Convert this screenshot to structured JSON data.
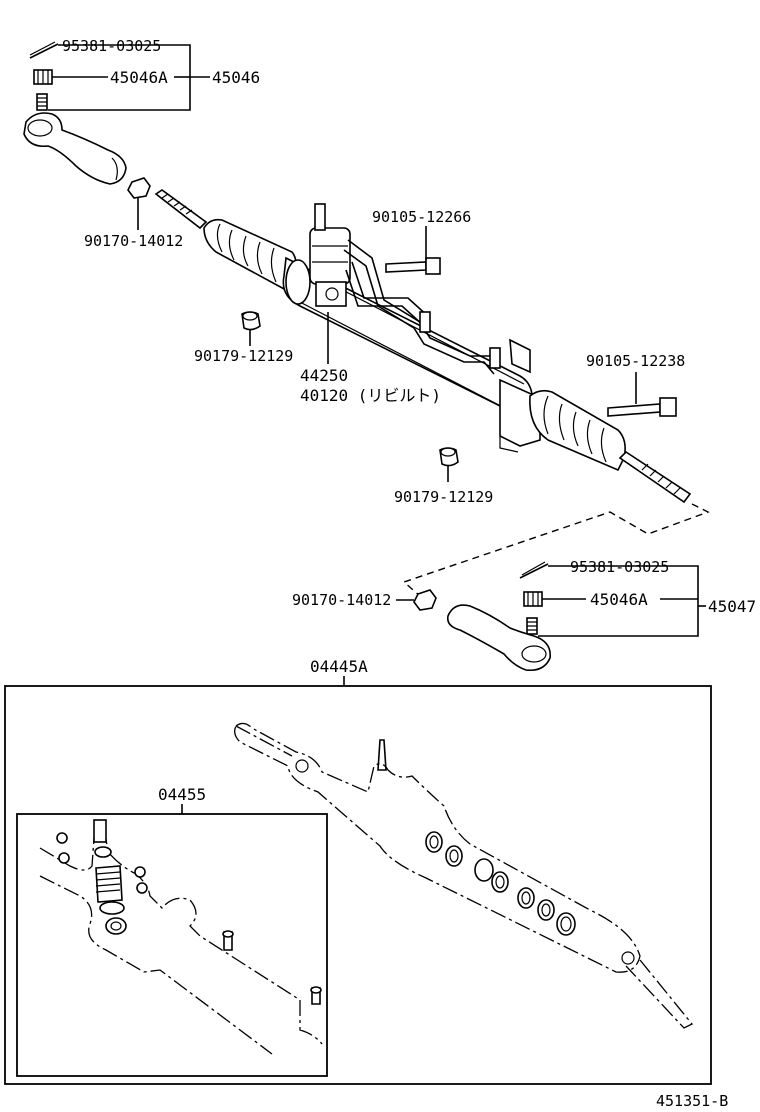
{
  "diagram_code": "451351-B",
  "callouts": {
    "cotter_pin_top": "95381-03025",
    "nut_top": "45046A",
    "tie_rod_end_left": "45046",
    "lock_nut_left": "90170-14012",
    "bolt_upper": "90105-12266",
    "bushing_left": "90179-12129",
    "gear_assy": "44250",
    "gear_rebuilt": "40120 (リビルト)",
    "bolt_right": "90105-12238",
    "bushing_right": "90179-12129",
    "cotter_pin_right": "95381-03025",
    "lock_nut_right": "90170-14012",
    "nut_right": "45046A",
    "tie_rod_end_right": "45047",
    "gasket_kit": "04445A",
    "seal_kit": "04455"
  }
}
